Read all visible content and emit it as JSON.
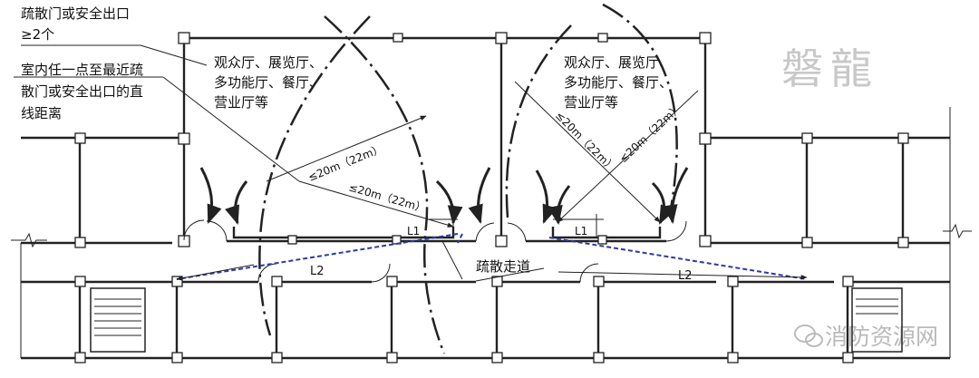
{
  "labels": {
    "exit_count_line1": "疏散门或安全出口",
    "exit_count_line2": "≥2个",
    "distance_line1": "室内任一点至最近疏",
    "distance_line2": "散门或安全出口的直",
    "distance_line3": "线距离",
    "hall_left_line1": "观众厅、展览厅、",
    "hall_left_line2": "多功能厅、餐厅、",
    "hall_left_line3": "营业厅等",
    "hall_right_line1": "观众厅、展览厅、",
    "hall_right_line2": "多功能厅、餐厅、",
    "hall_right_line3": "营业厅等",
    "corridor": "疏散走道"
  },
  "dimensions": {
    "left_upper": "≤20m（22m）",
    "left_lower": "≤20m（22m）",
    "right_a": "≤20m（22m）",
    "right_b": "≤20m（22m）",
    "l1_left": "L1",
    "l1_right": "L1",
    "l2_left": "L2",
    "l2_right": "L2"
  },
  "watermarks": {
    "brand_top": "磐龍",
    "brand_bottom": "消防资源网"
  },
  "colors": {
    "lines": "#222222",
    "dashed_blue": "#2b3aa8",
    "watermark": "#c8c8c8"
  }
}
